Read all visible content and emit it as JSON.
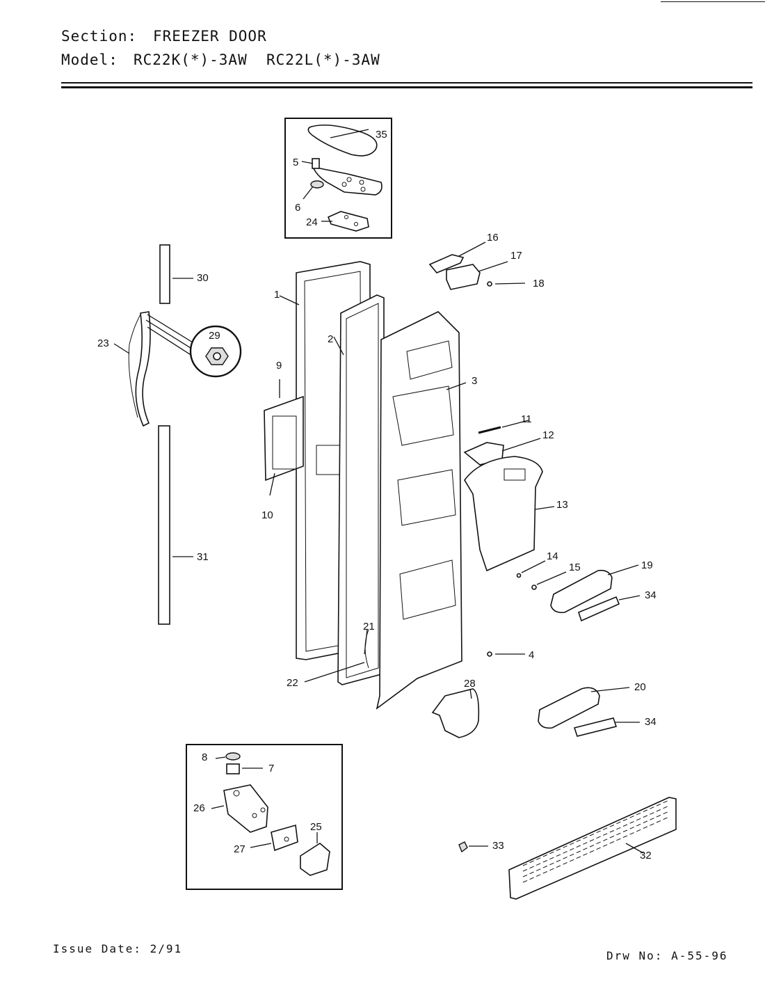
{
  "header": {
    "section_label": "Section:",
    "section_value": "FREEZER DOOR",
    "model_label": "Model:",
    "model_value": "RC22K(*)-3AW  RC22L(*)-3AW"
  },
  "footer": {
    "issue_date": "Issue Date: 2/91",
    "drawing_number": "Drw No: A-55-96"
  },
  "callouts": {
    "c35": "35",
    "c5": "5",
    "c6": "6",
    "c24": "24",
    "c16": "16",
    "c17": "17",
    "c18": "18",
    "c30": "30",
    "c23": "23",
    "c29": "29",
    "c31": "31",
    "c1": "1",
    "c2": "2",
    "c3": "3",
    "c9": "9",
    "c10": "10",
    "c11": "11",
    "c12": "12",
    "c13": "13",
    "c14": "14",
    "c15": "15",
    "c19": "19",
    "c34a": "34",
    "c4": "4",
    "c21": "21",
    "c22": "22",
    "c28": "28",
    "c20": "20",
    "c34b": "34",
    "c8": "8",
    "c7": "7",
    "c26": "26",
    "c25": "25",
    "c27": "27",
    "c33": "33",
    "c32": "32"
  }
}
